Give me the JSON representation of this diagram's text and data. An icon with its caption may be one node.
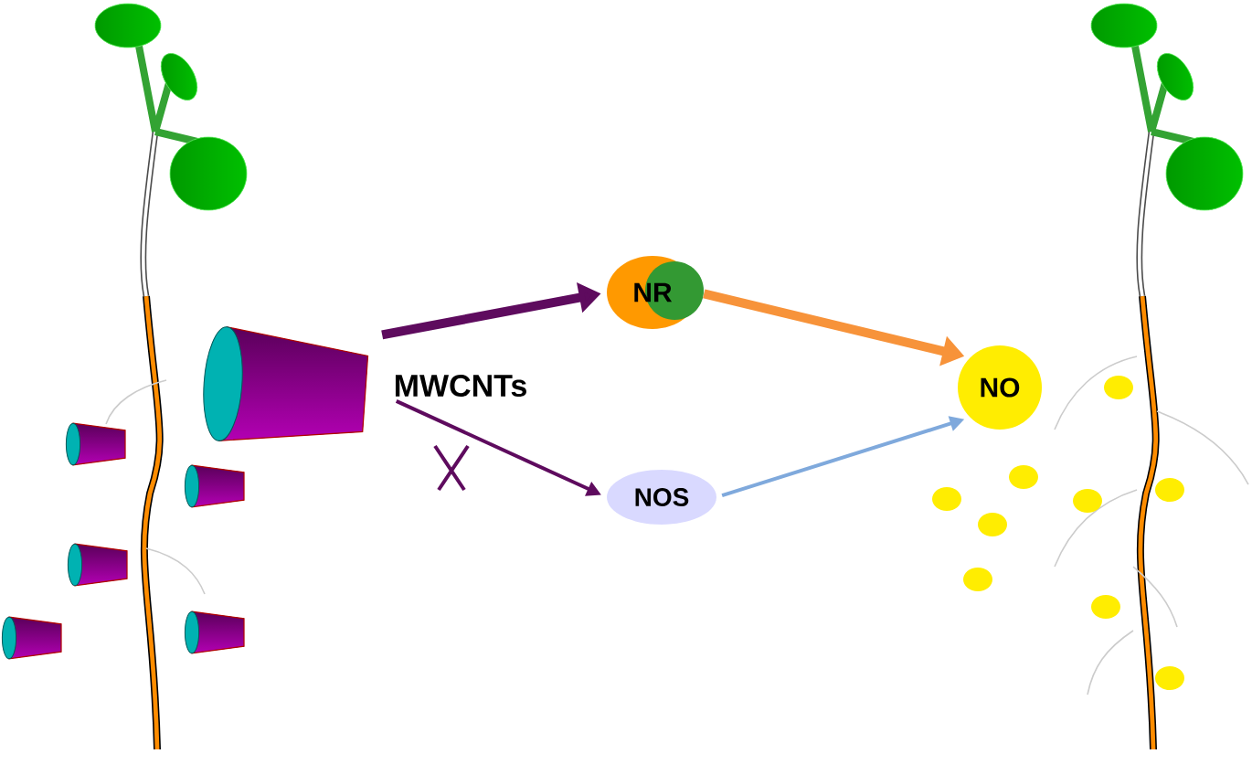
{
  "diagram": {
    "nodes": [
      {
        "text": [
          "MWCNTs"
        ]
      },
      {
        "text": [
          "NR"
        ]
      },
      {
        "text": [
          "NOS"
        ]
      },
      {
        "text": [
          "NO"
        ]
      }
    ],
    "edges": [
      {
        "from": 0,
        "to": 1,
        "arrow": "to",
        "style": "thick"
      },
      {
        "from": 0,
        "to": 2,
        "arrow": "to"
      },
      {
        "from": 1,
        "to": 3,
        "arrow": "to",
        "style": "thick",
        "color": "#f7933a"
      },
      {
        "from": 2,
        "to": 3,
        "arrow": "to",
        "color": "#7fa9dc"
      }
    ]
  }
}
